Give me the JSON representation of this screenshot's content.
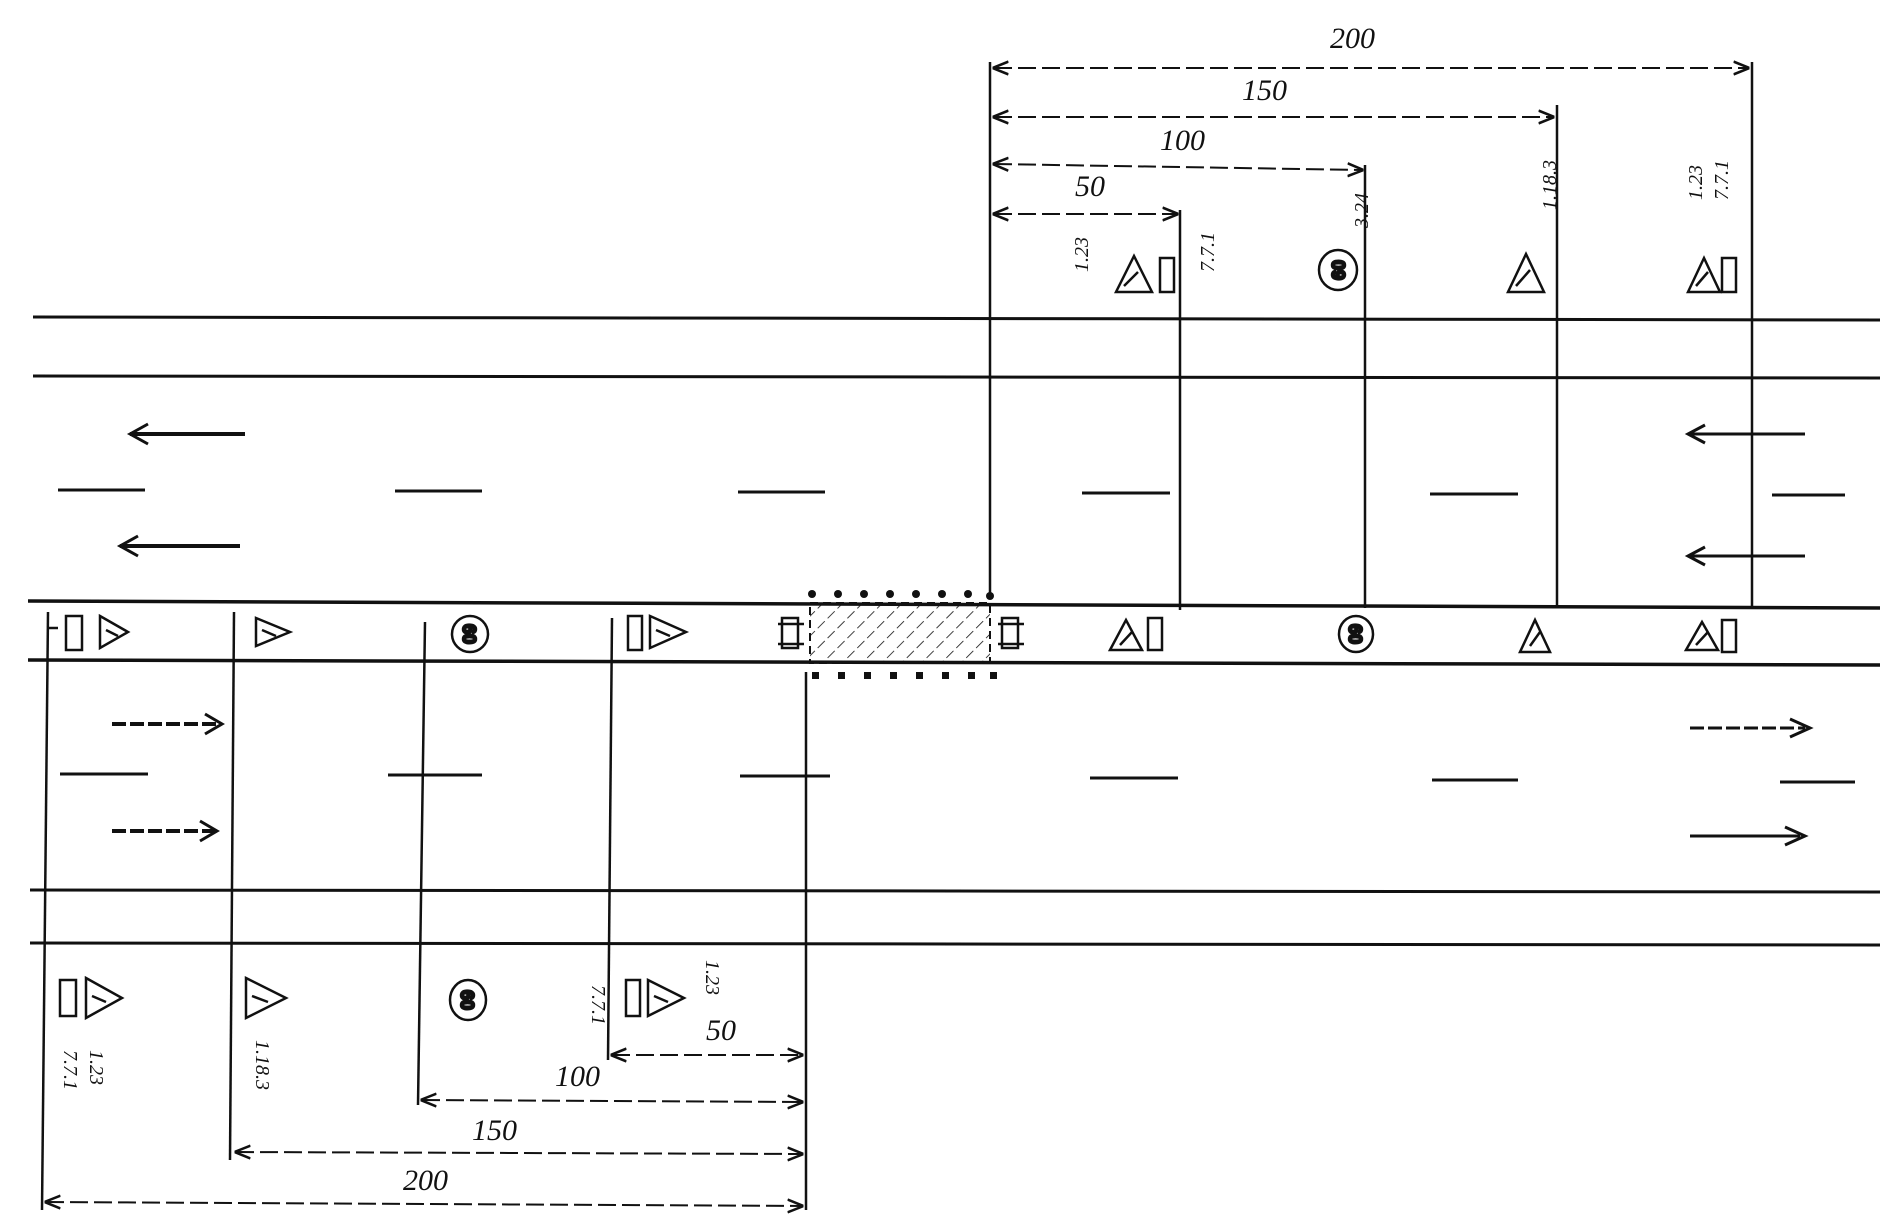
{
  "diagram": {
    "top_dimensions": [
      "200",
      "150",
      "100",
      "50"
    ],
    "bottom_dimensions": [
      "200",
      "150",
      "100",
      "50"
    ],
    "speed_limit_value": "60",
    "sign_codes": {
      "top_left_group": [
        "1.23",
        "7.7.1"
      ],
      "top_speed_group": "3.24",
      "top_warning_group": "1.18.3",
      "top_far_group": [
        "1.23",
        "7.7.1"
      ],
      "bottom_left_group": [
        "1.23",
        "7.7.1"
      ],
      "bottom_warning_group": "1.18.3",
      "bottom_near_group": [
        "7.7.1",
        "1.23"
      ]
    }
  }
}
